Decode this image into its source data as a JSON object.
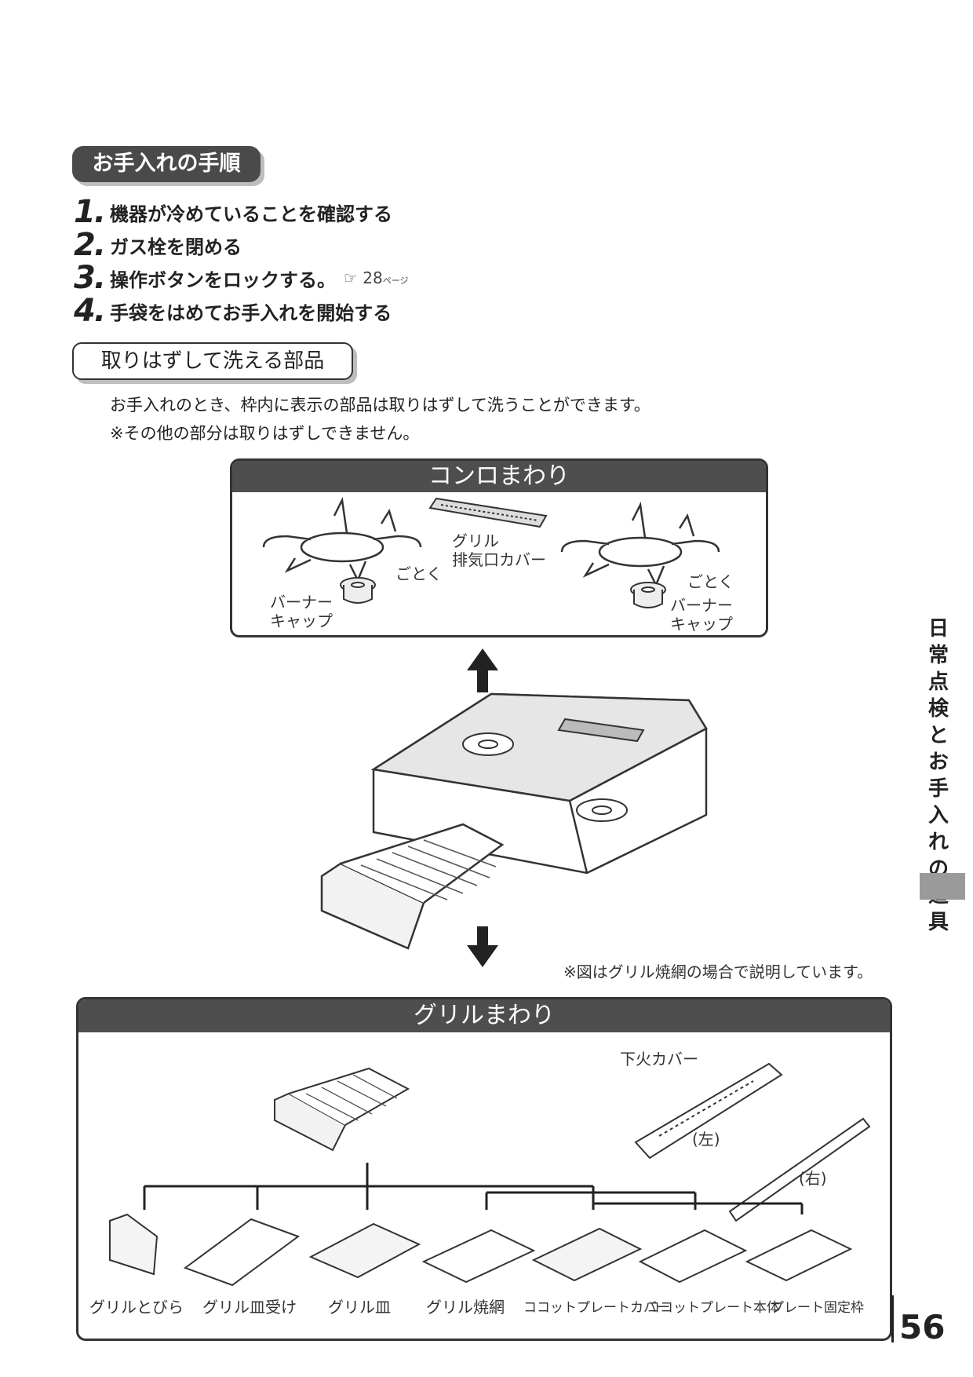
{
  "procedure": {
    "title": "お手入れの手順",
    "steps": [
      {
        "num": "1.",
        "text": "機器が冷めていることを確認する"
      },
      {
        "num": "2.",
        "text": "ガス栓を閉める"
      },
      {
        "num": "3.",
        "text": "操作ボタンをロックする。",
        "ref": "28",
        "ref_unit": "ページ"
      },
      {
        "num": "4.",
        "text": "手袋をはめてお手入れを開始する"
      }
    ]
  },
  "removable": {
    "title": "取りはずして洗える部品",
    "intro1": "お手入れのとき、枠内に表示の部品は取りはずして洗うことができます。",
    "intro2": "※その他の部分は取りはずしできません。"
  },
  "burner_area": {
    "title": "コンロまわり",
    "gotoku_left": "ごとく",
    "gotoku_right": "ごとく",
    "exhaust_cover_line1": "グリル",
    "exhaust_cover_line2": "排気口カバー",
    "cap_left_line1": "バーナー",
    "cap_left_line2": "キャップ",
    "cap_right_line1": "バーナー",
    "cap_right_line2": "キャップ"
  },
  "note": "※図はグリル焼網の場合で説明しています。",
  "grill_area": {
    "title": "グリルまわり",
    "lower_cover": "下火カバー",
    "left": "(左)",
    "right": "(右)",
    "parts": [
      "グリルとびら",
      "グリル皿受け",
      "グリル皿",
      "グリル焼網",
      "ココットプレートカバー",
      "ココットプレート本体",
      "プレート固定枠"
    ]
  },
  "side_tab": "日常点検とお手入れの道具",
  "page_number": "56"
}
